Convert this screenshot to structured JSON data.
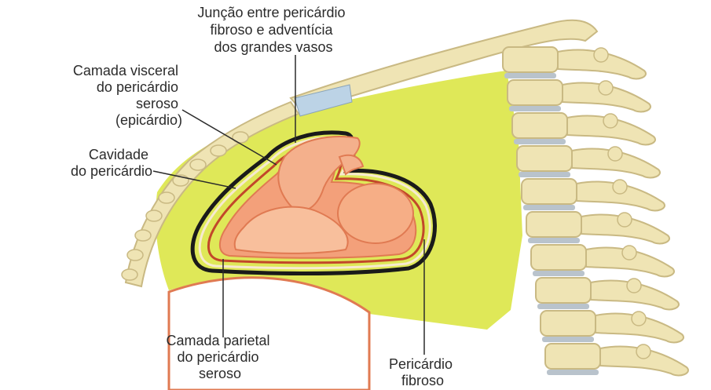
{
  "labels": {
    "juncao": [
      "Junção entre pericárdio",
      "fibroso e adventícia",
      "dos grandes vasos"
    ],
    "visceral": [
      "Camada visceral",
      "do pericárdio",
      "seroso",
      "(epicárdio)"
    ],
    "cavidade": [
      "Cavidade",
      "do pericárdio"
    ],
    "parietal": [
      "Camada parietal",
      "do pericárdio",
      "seroso"
    ],
    "fibroso": [
      "Pericárdio",
      "fibroso"
    ]
  },
  "colors": {
    "mediastinum": "#dfe858",
    "bone": "#efe4b4",
    "bone_shade": "#c9b983",
    "heart": "#f3a07a",
    "heart_dark": "#e07a52",
    "pericardium_layer": "#1a1a1a",
    "serous_layer": "#c2472a",
    "disc": "#b9c3cc",
    "vessel": "#bcd3e6",
    "leader": "#2b2b2b"
  }
}
